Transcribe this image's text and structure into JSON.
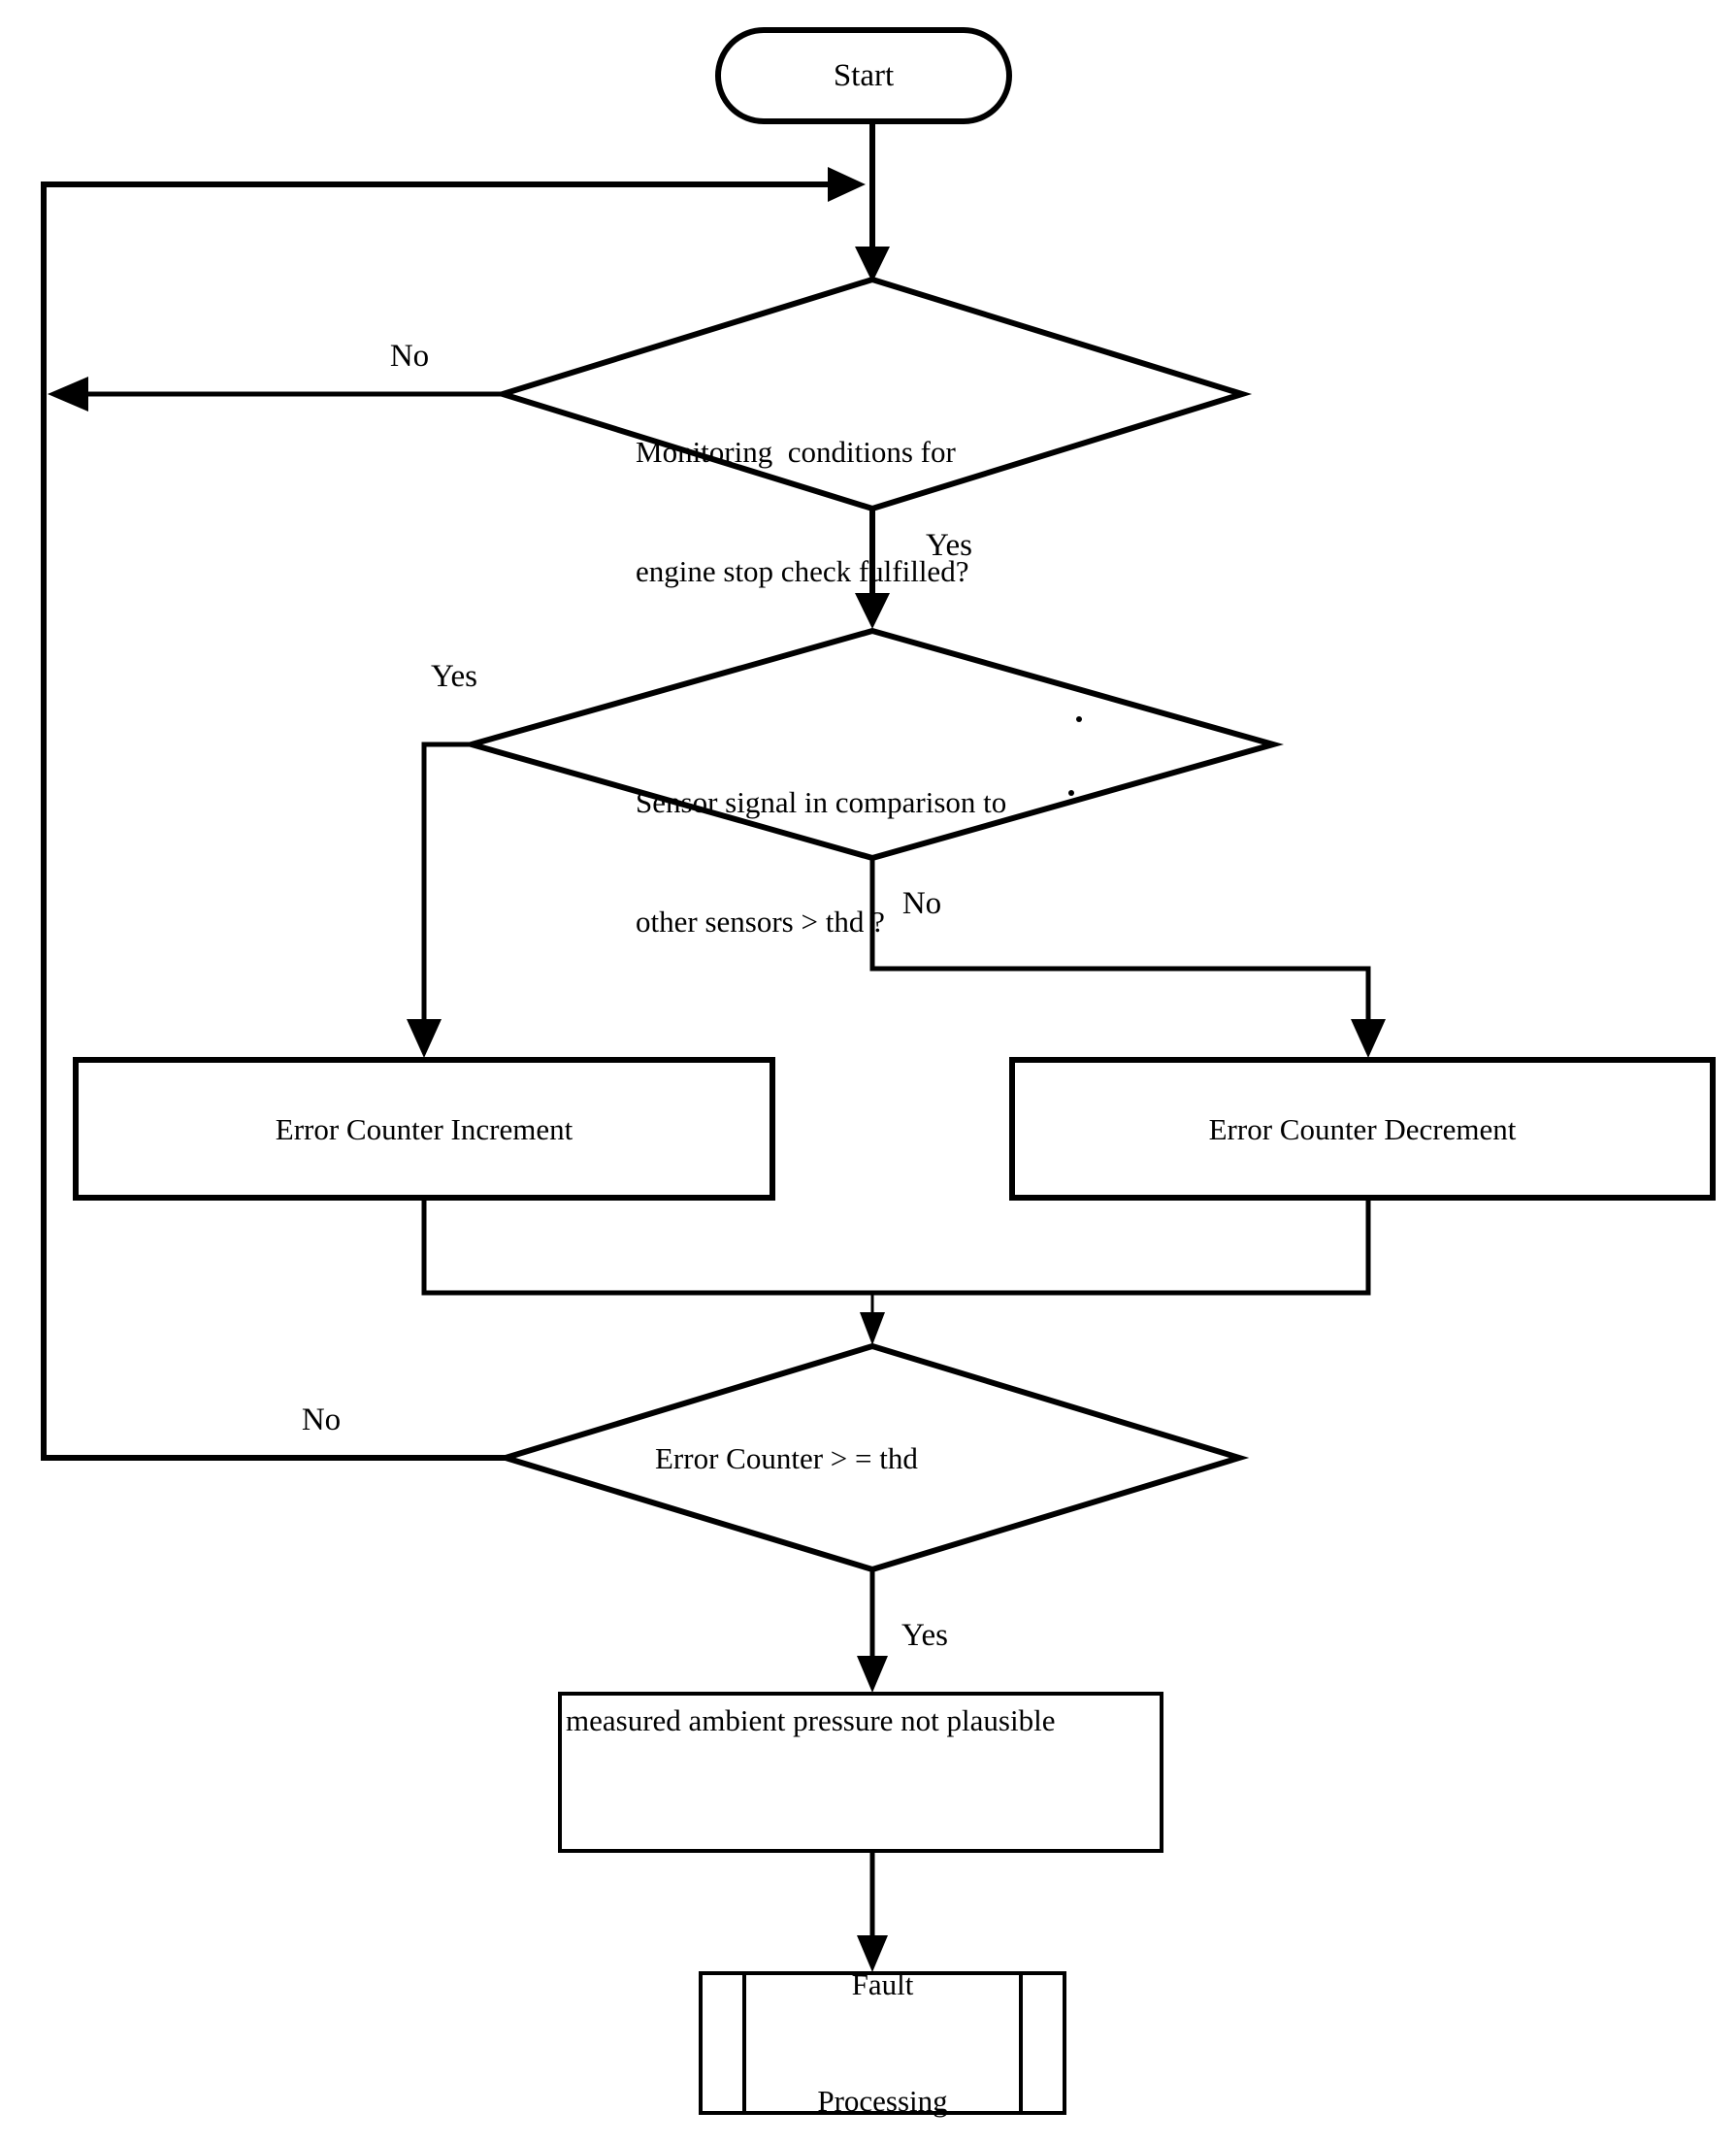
{
  "flowchart": {
    "start": {
      "label": "Start"
    },
    "decision_monitoring": {
      "line1": "Monitoring  conditions for",
      "line2": "engine stop check fulfilled?"
    },
    "decision_sensor": {
      "line1": "Sensor signal in comparison to",
      "line2": "other sensors > thd ?"
    },
    "process_increment": {
      "label": "Error Counter Increment"
    },
    "process_decrement": {
      "label": "Error Counter Decrement"
    },
    "decision_error_counter": {
      "label": "Error Counter > = thd"
    },
    "result_not_plausible": {
      "label": "measured ambient pressure not plausible"
    },
    "fault_processing": {
      "line1": "Fault",
      "line2": "Processing"
    },
    "edge_labels": {
      "monitoring_no": "No",
      "monitoring_yes": "Yes",
      "sensor_yes": "Yes",
      "sensor_no": "No",
      "error_counter_no": "No",
      "error_counter_yes": "Yes"
    },
    "colors": {
      "line": "#000000",
      "background": "#ffffff"
    }
  }
}
